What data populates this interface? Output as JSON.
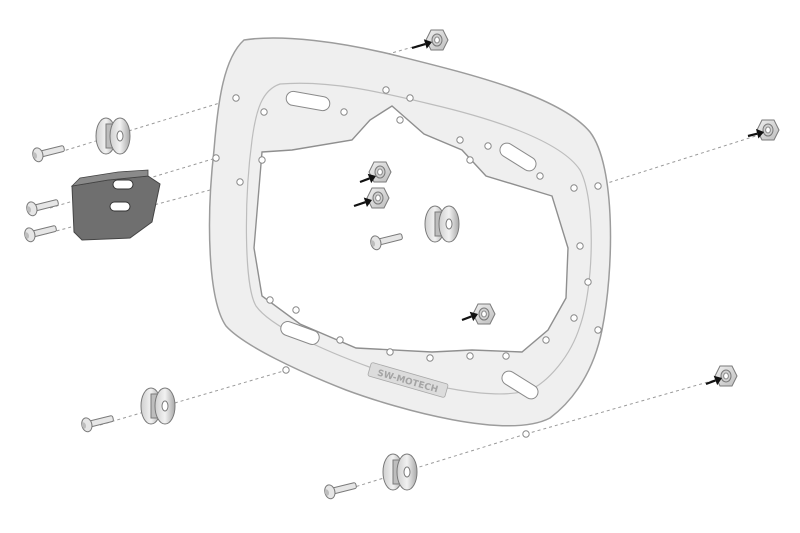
{
  "diagram": {
    "type": "exploded-assembly-view",
    "frame_logo_text": "SW-MOTECH",
    "colors": {
      "frame_fill": "#efefef",
      "frame_stroke": "#9c9c9c",
      "part_fill": "#e0e0e0",
      "bracket_fill": "#6f6f6f",
      "dash_line": "#9a9a9a",
      "arrow": "#111111"
    },
    "parts": [
      {
        "name": "side-carrier-frame",
        "icon": "frame-shape"
      },
      {
        "name": "bolt",
        "count": 6,
        "icon": "bolt-shape"
      },
      {
        "name": "spacer-roller",
        "count": 4,
        "icon": "roller-shape"
      },
      {
        "name": "lock-nut",
        "count": 6,
        "icon": "nut-shape"
      },
      {
        "name": "adapter-bracket",
        "count": 1,
        "icon": "bracket-shape"
      }
    ]
  }
}
